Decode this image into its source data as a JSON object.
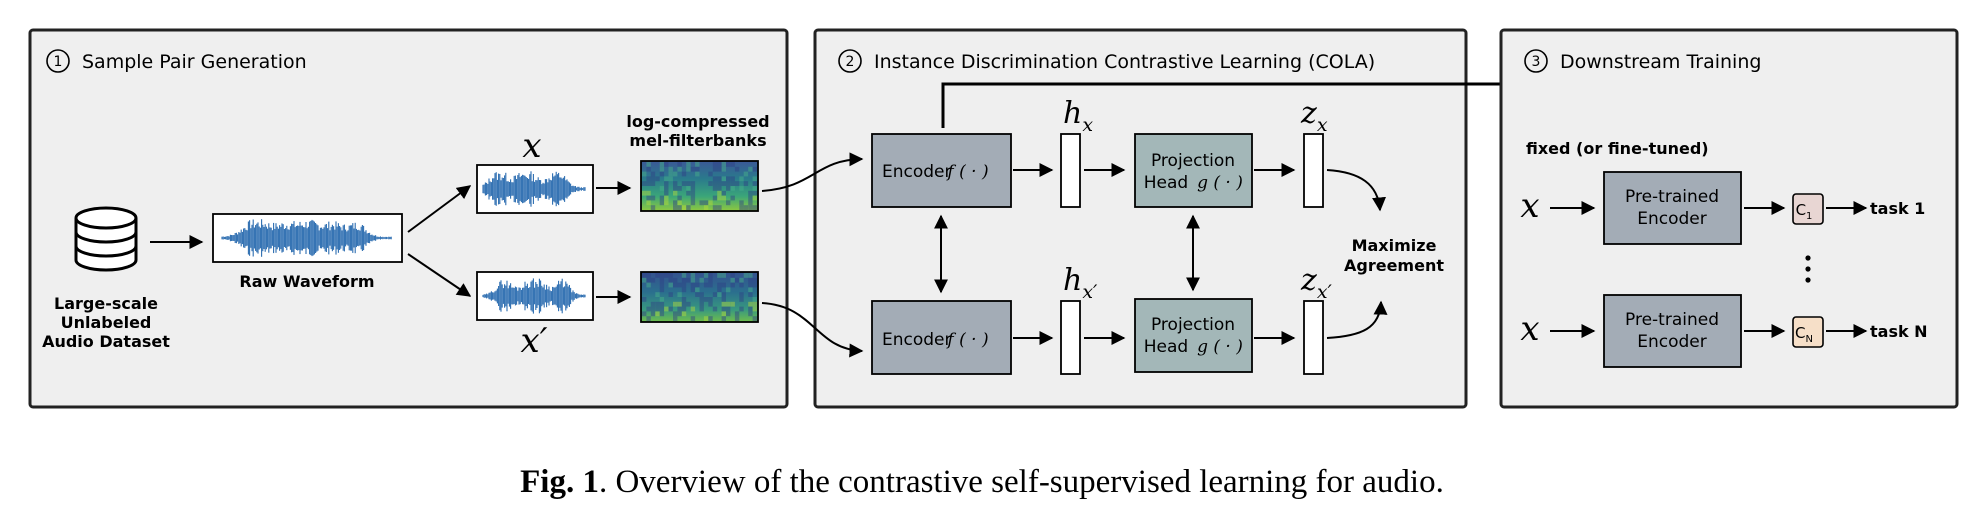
{
  "panels": {
    "p1": {
      "number": "1",
      "title": "Sample Pair Generation"
    },
    "p2": {
      "number": "2",
      "title": "Instance Discrimination Contrastive Learning (COLA)"
    },
    "p3": {
      "number": "3",
      "title": "Downstream Training"
    }
  },
  "dataset": {
    "line1": "Large-scale",
    "line2": "Unlabeled",
    "line3": "Audio Dataset"
  },
  "waveform": {
    "label": "Raw Waveform"
  },
  "samples": {
    "x": "x",
    "x_prime": "x′"
  },
  "spectrogram": {
    "line1": "log-compressed",
    "line2": "mel-filterbanks"
  },
  "encoder": {
    "label": "Encoder",
    "func": "f ( · )"
  },
  "projection": {
    "line1": "Projection",
    "line2": "Head",
    "func": "g ( · )"
  },
  "reps": {
    "h": "h",
    "h_sub_top": "x",
    "h_sub_bottom": "x′",
    "z": "z",
    "z_sub_top": "x",
    "z_sub_bottom": "x′"
  },
  "objective": {
    "line1": "Maximize",
    "line2": "Agreement"
  },
  "downstream": {
    "fixed_note": "fixed (or fine-tuned)",
    "input": "x",
    "encoder_line1": "Pre-trained",
    "encoder_line2": "Encoder",
    "c1_letter": "C",
    "c1_sub": "1",
    "cn_letter": "C",
    "cn_sub": "N",
    "task1": "task 1",
    "taskN": "task N"
  },
  "caption": {
    "bold": "Fig. 1",
    "text": ". Overview of the contrastive self-supervised learning for audio."
  },
  "colors": {
    "panel_bg": "#efefef",
    "block_fill": "#a3acb6",
    "projection_fill": "#a3b7b8",
    "waveform": "#2b6cb0",
    "c1_fill": "#e8d6d3",
    "cn_fill": "#f6dfc8"
  }
}
